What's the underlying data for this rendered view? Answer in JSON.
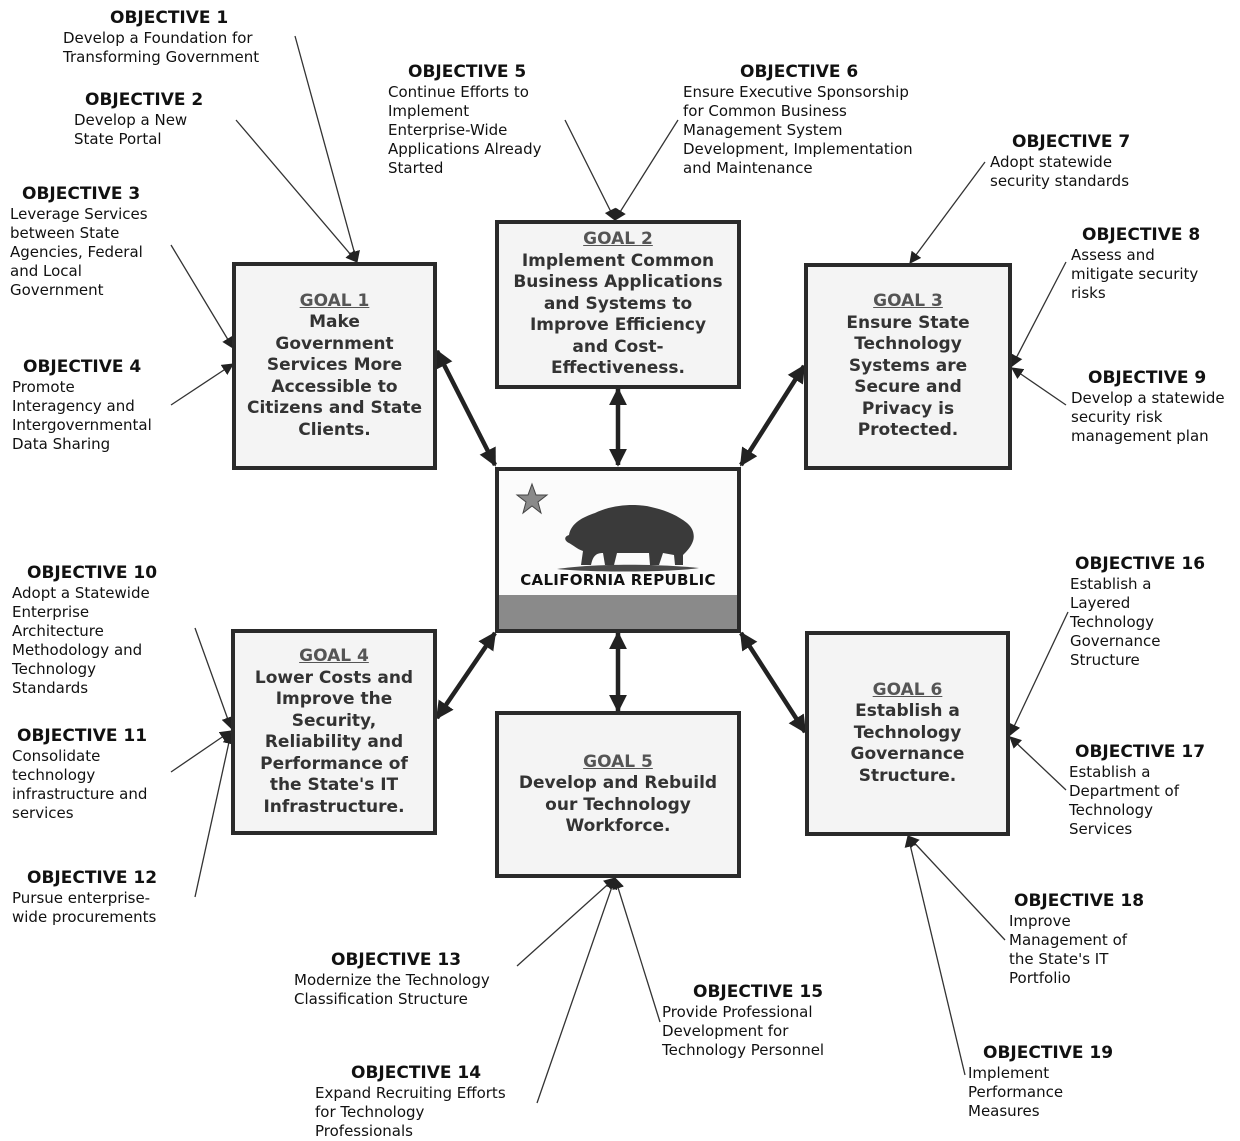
{
  "objectives": [
    {
      "title": "OBJECTIVE 1",
      "text": "Develop a Foundation for\nTransforming Government"
    },
    {
      "title": "OBJECTIVE 2",
      "text": "Develop a New\nState Portal"
    },
    {
      "title": "OBJECTIVE 3",
      "text": "Leverage Services\nbetween State\nAgencies, Federal\nand Local\nGovernment"
    },
    {
      "title": "OBJECTIVE 4",
      "text": "Promote\nInteragency and\nIntergovernmental\nData Sharing"
    },
    {
      "title": "OBJECTIVE 5",
      "text": "Continue Efforts to\nImplement\nEnterprise-Wide\nApplications Already\nStarted"
    },
    {
      "title": "OBJECTIVE 6",
      "text": "Ensure Executive Sponsorship\nfor Common Business\nManagement System\nDevelopment, Implementation\nand Maintenance"
    },
    {
      "title": "OBJECTIVE 7",
      "text": "Adopt statewide\nsecurity standards"
    },
    {
      "title": "OBJECTIVE 8",
      "text": "Assess and\nmitigate security\nrisks"
    },
    {
      "title": "OBJECTIVE 9",
      "text": "Develop a statewide\nsecurity risk\nmanagement plan"
    },
    {
      "title": "OBJECTIVE 10",
      "text": "Adopt a Statewide\nEnterprise\nArchitecture\nMethodology and\nTechnology\nStandards"
    },
    {
      "title": "OBJECTIVE 11",
      "text": "Consolidate\ntechnology\ninfrastructure and\nservices"
    },
    {
      "title": "OBJECTIVE 12",
      "text": "Pursue enterprise-\nwide procurements"
    },
    {
      "title": "OBJECTIVE 13",
      "text": "Modernize the Technology\nClassification Structure"
    },
    {
      "title": "OBJECTIVE 14",
      "text": "Expand Recruiting Efforts\nfor Technology\nProfessionals"
    },
    {
      "title": "OBJECTIVE 15",
      "text": "Provide Professional\nDevelopment for\nTechnology Personnel"
    },
    {
      "title": "OBJECTIVE 16",
      "text": "Establish a\nLayered\nTechnology\nGovernance\nStructure"
    },
    {
      "title": "OBJECTIVE 17",
      "text": "Establish a\nDepartment of\nTechnology\nServices"
    },
    {
      "title": "OBJECTIVE 18",
      "text": "Improve\nManagement of\nthe State's IT\nPortfolio"
    },
    {
      "title": "OBJECTIVE 19",
      "text": "Implement\nPerformance\nMeasures"
    }
  ],
  "goals": [
    {
      "heading": "GOAL 1",
      "text": "Make\nGovernment\nServices More\nAccessible to\nCitizens and State\nClients."
    },
    {
      "heading": "GOAL 2",
      "text": "Implement Common\nBusiness Applications\nand Systems to\nImprove Efficiency\nand Cost-\nEffectiveness."
    },
    {
      "heading": "GOAL 3",
      "text": "Ensure State\nTechnology\nSystems are\nSecure and\nPrivacy is\nProtected."
    },
    {
      "heading": "GOAL 4",
      "text": "Lower Costs and\nImprove the\nSecurity,\nReliability and\nPerformance of\nthe State's IT\nInfrastructure."
    },
    {
      "heading": "GOAL 5",
      "text": "Develop and Rebuild\nour Technology\nWorkforce."
    },
    {
      "heading": "GOAL 6",
      "text": "Establish a\nTechnology\nGovernance\nStructure."
    }
  ],
  "center": {
    "flag_text": "CALIFORNIA  REPUBLIC"
  }
}
